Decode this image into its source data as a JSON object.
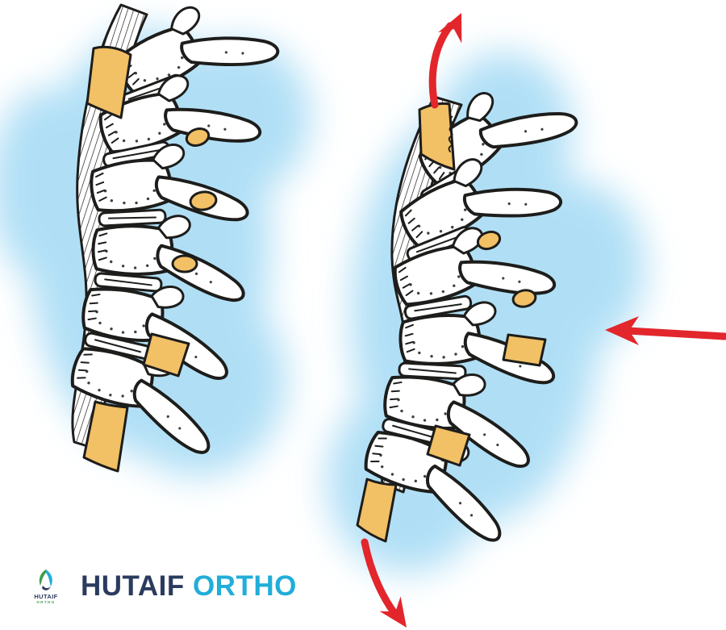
{
  "brand": {
    "logo_icon": {
      "name": "hutaif-ortho-emblem",
      "text_top": "HUTAIF",
      "text_bottom": "ORTHO"
    },
    "wordmark": {
      "primary": "HUTAIF",
      "secondary": "ORTHO"
    }
  },
  "figure": {
    "panels": [
      {
        "id": "spine-left",
        "type": "illustration",
        "content": "spine segment, lateral view"
      },
      {
        "id": "spine-right",
        "type": "illustration",
        "content": "spine segment, lateral view, with force arrows"
      }
    ],
    "arrows": [
      {
        "name": "curved-arrow-up",
        "direction": "up",
        "position": "top-center"
      },
      {
        "name": "straight-arrow-left",
        "direction": "left",
        "position": "middle-right"
      },
      {
        "name": "curved-arrow-down",
        "direction": "down-right",
        "position": "bottom-center"
      }
    ]
  },
  "colors": {
    "ink": "#1d1d1b",
    "bone": "#ffffff",
    "orange": "#f2c065",
    "glow": "#a8dcf5",
    "red": "#e2262b",
    "navy": "#2b3b5e",
    "cyan": "#21aed8",
    "green": "#3f9e4d",
    "bg": "#ffffff"
  }
}
